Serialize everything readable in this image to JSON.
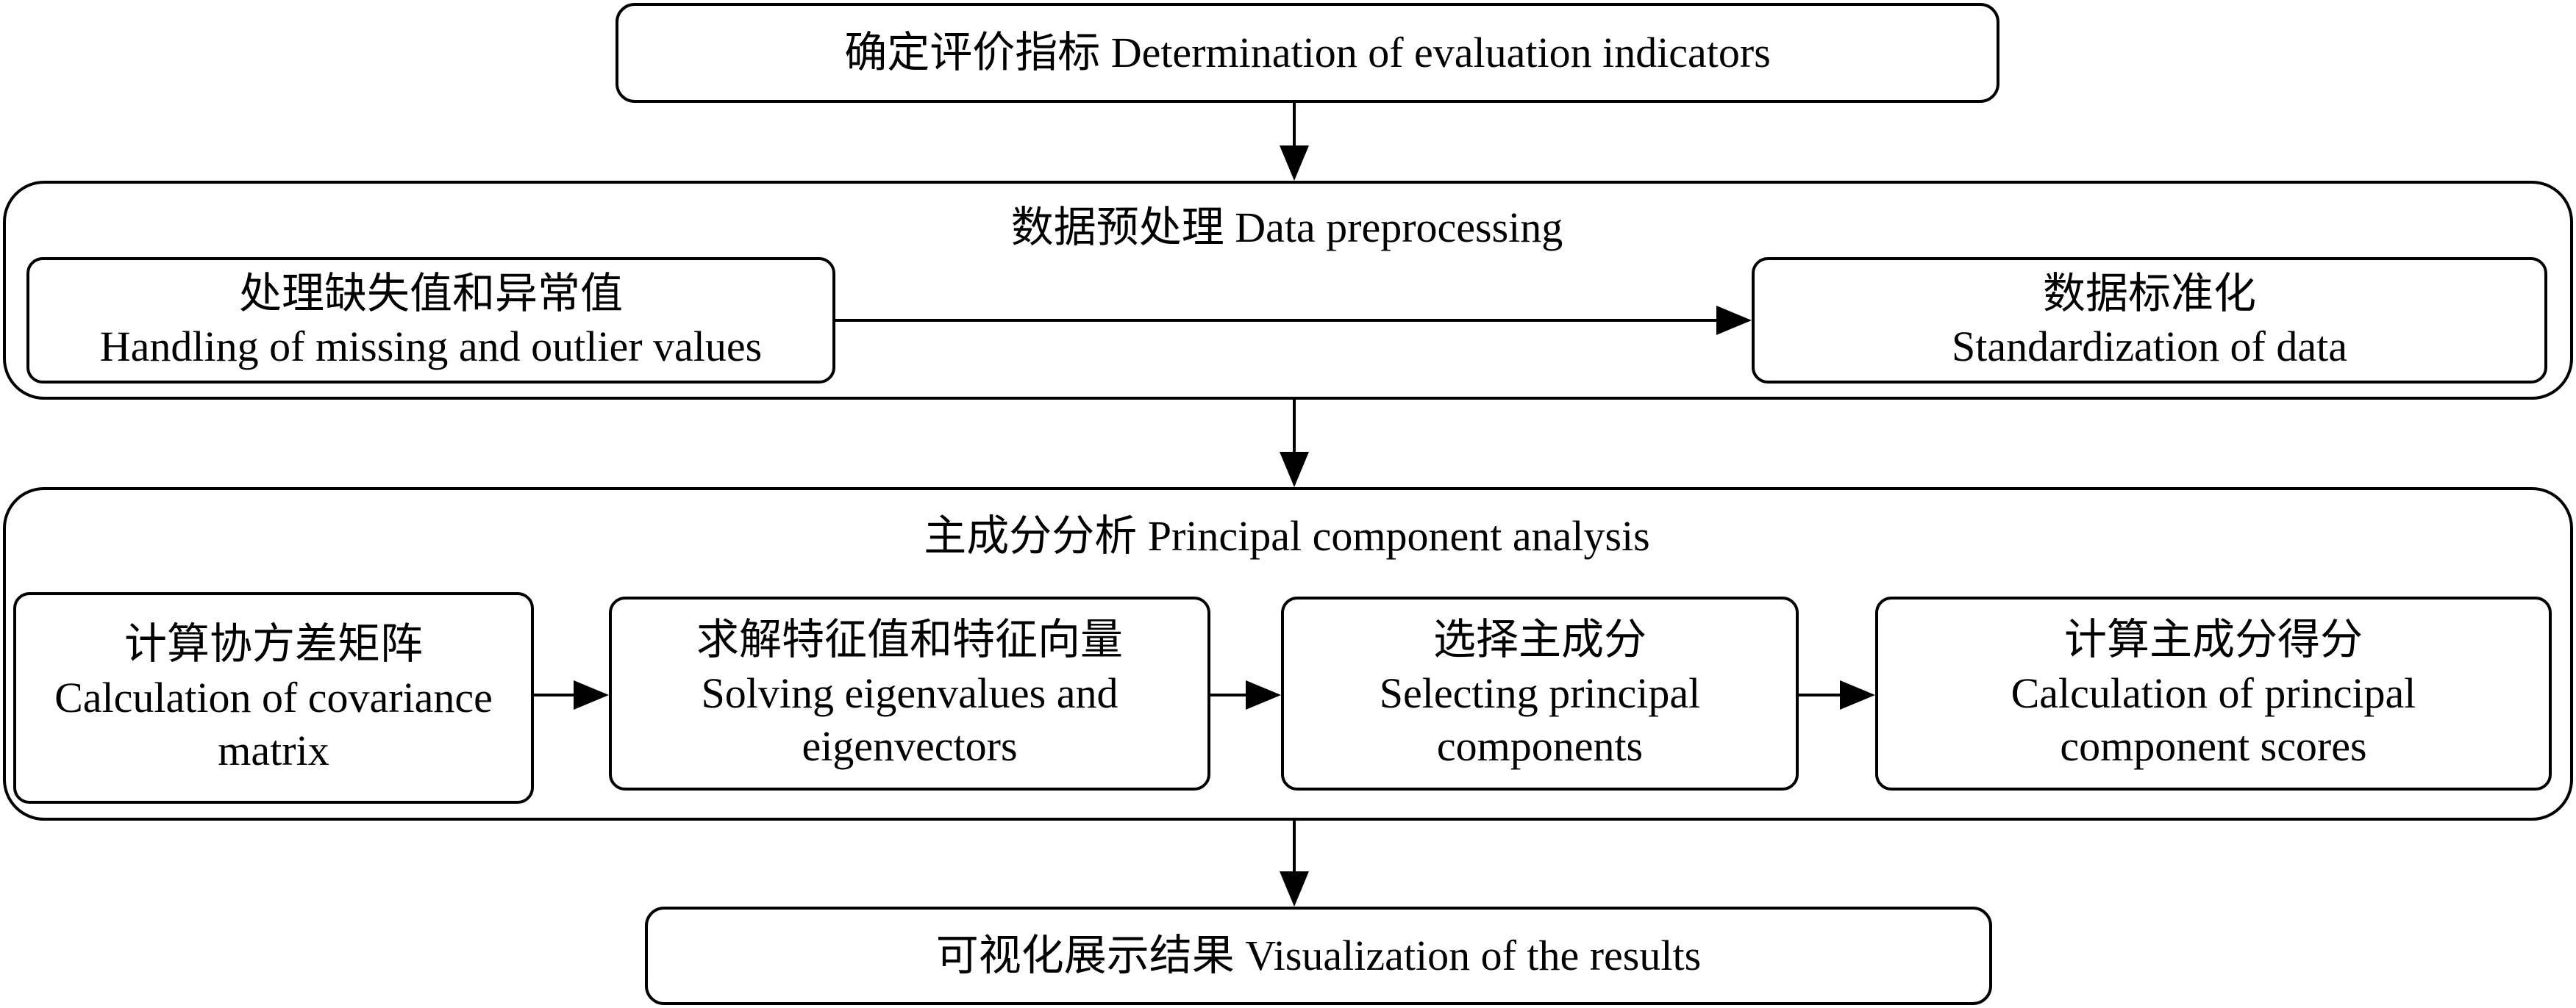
{
  "top": {
    "label": "确定评价指标 Determination of evaluation indicators"
  },
  "preprocessing": {
    "title": "数据预处理 Data preprocessing",
    "left_box": {
      "line1": "处理缺失值和异常值",
      "line2": "Handling of missing and outlier values"
    },
    "right_box": {
      "line1": "数据标准化",
      "line2": "Standardization of data"
    }
  },
  "pca": {
    "title": "主成分分析 Principal component analysis",
    "steps": [
      {
        "line1": "计算协方差矩阵",
        "line2": "Calculation of covariance",
        "line3": "matrix"
      },
      {
        "line1": "求解特征值和特征向量",
        "line2": "Solving eigenvalues and",
        "line3": "eigenvectors"
      },
      {
        "line1": "选择主成分",
        "line2": "Selecting principal",
        "line3": "components"
      },
      {
        "line1": "计算主成分得分",
        "line2": "Calculation of  principal",
        "line3": "component scores"
      }
    ]
  },
  "bottom": {
    "label": "可视化展示结果 Visualization of the results"
  }
}
